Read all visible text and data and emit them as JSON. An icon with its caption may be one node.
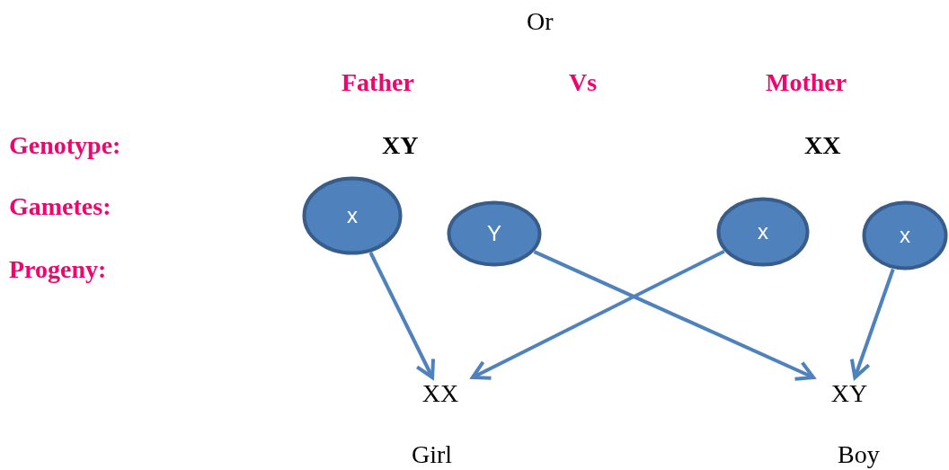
{
  "diagram": {
    "nodes": [
      {
        "text": [
          "x"
        ]
      },
      {
        "text": [
          "Y"
        ]
      },
      {
        "text": [
          "x"
        ]
      },
      {
        "text": [
          "x"
        ]
      },
      {
        "text": [
          "XX"
        ],
        "beside": [
          "Girl"
        ]
      },
      {
        "text": [
          "XY"
        ],
        "beside": [
          "Boy"
        ]
      }
    ],
    "edges": [
      {
        "from": 0,
        "to": 4,
        "arrow": "to"
      },
      {
        "from": 1,
        "to": 5,
        "arrow": "to"
      },
      {
        "from": 2,
        "to": 4,
        "arrow": "to"
      },
      {
        "from": 3,
        "to": 5,
        "arrow": "to"
      }
    ],
    "labels": [
      "Or",
      "Father",
      "Vs",
      "Mother",
      "Genotype:",
      "XY",
      "XX",
      "Gametes:",
      "Progeny:"
    ]
  }
}
